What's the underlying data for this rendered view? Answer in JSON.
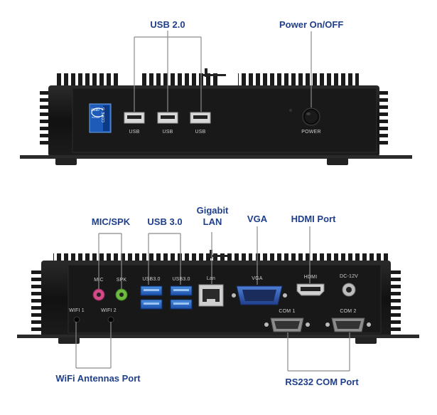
{
  "top_unit": {
    "callouts": {
      "usb20": "USB 2.0",
      "power": "Power On/OFF"
    },
    "port_labels": {
      "usb1": "USB",
      "usb2": "USB",
      "usb3": "USB",
      "power": "POWER"
    },
    "badge": {
      "brand": "intel",
      "product": "CORE i5",
      "tagline": "inside"
    }
  },
  "bottom_unit": {
    "callouts": {
      "mic_spk": "MIC/SPK",
      "usb30": "USB 3.0",
      "lan_line1": "Gigabit",
      "lan_line2": "LAN",
      "vga": "VGA",
      "hdmi": "HDMI Port",
      "wifi": "WiFi Antennas Port",
      "com": "RS232 COM Port"
    },
    "port_labels": {
      "mic": "MIC",
      "spk": "SPK",
      "usb30_a": "USB3.0",
      "usb30_b": "USB3.0",
      "lan": "Lan",
      "vga": "VGA",
      "hdmi": "HDMI",
      "dc": "DC-12V",
      "wifi1": "WIFI 1",
      "wifi2": "WIFI 2",
      "com1": "COM 1",
      "com2": "COM 2"
    }
  },
  "colors": {
    "callout": "#1f3f8a",
    "chassis": "#151515",
    "mic_jack": "#d44a86",
    "spk_jack": "#6dbb3f"
  }
}
